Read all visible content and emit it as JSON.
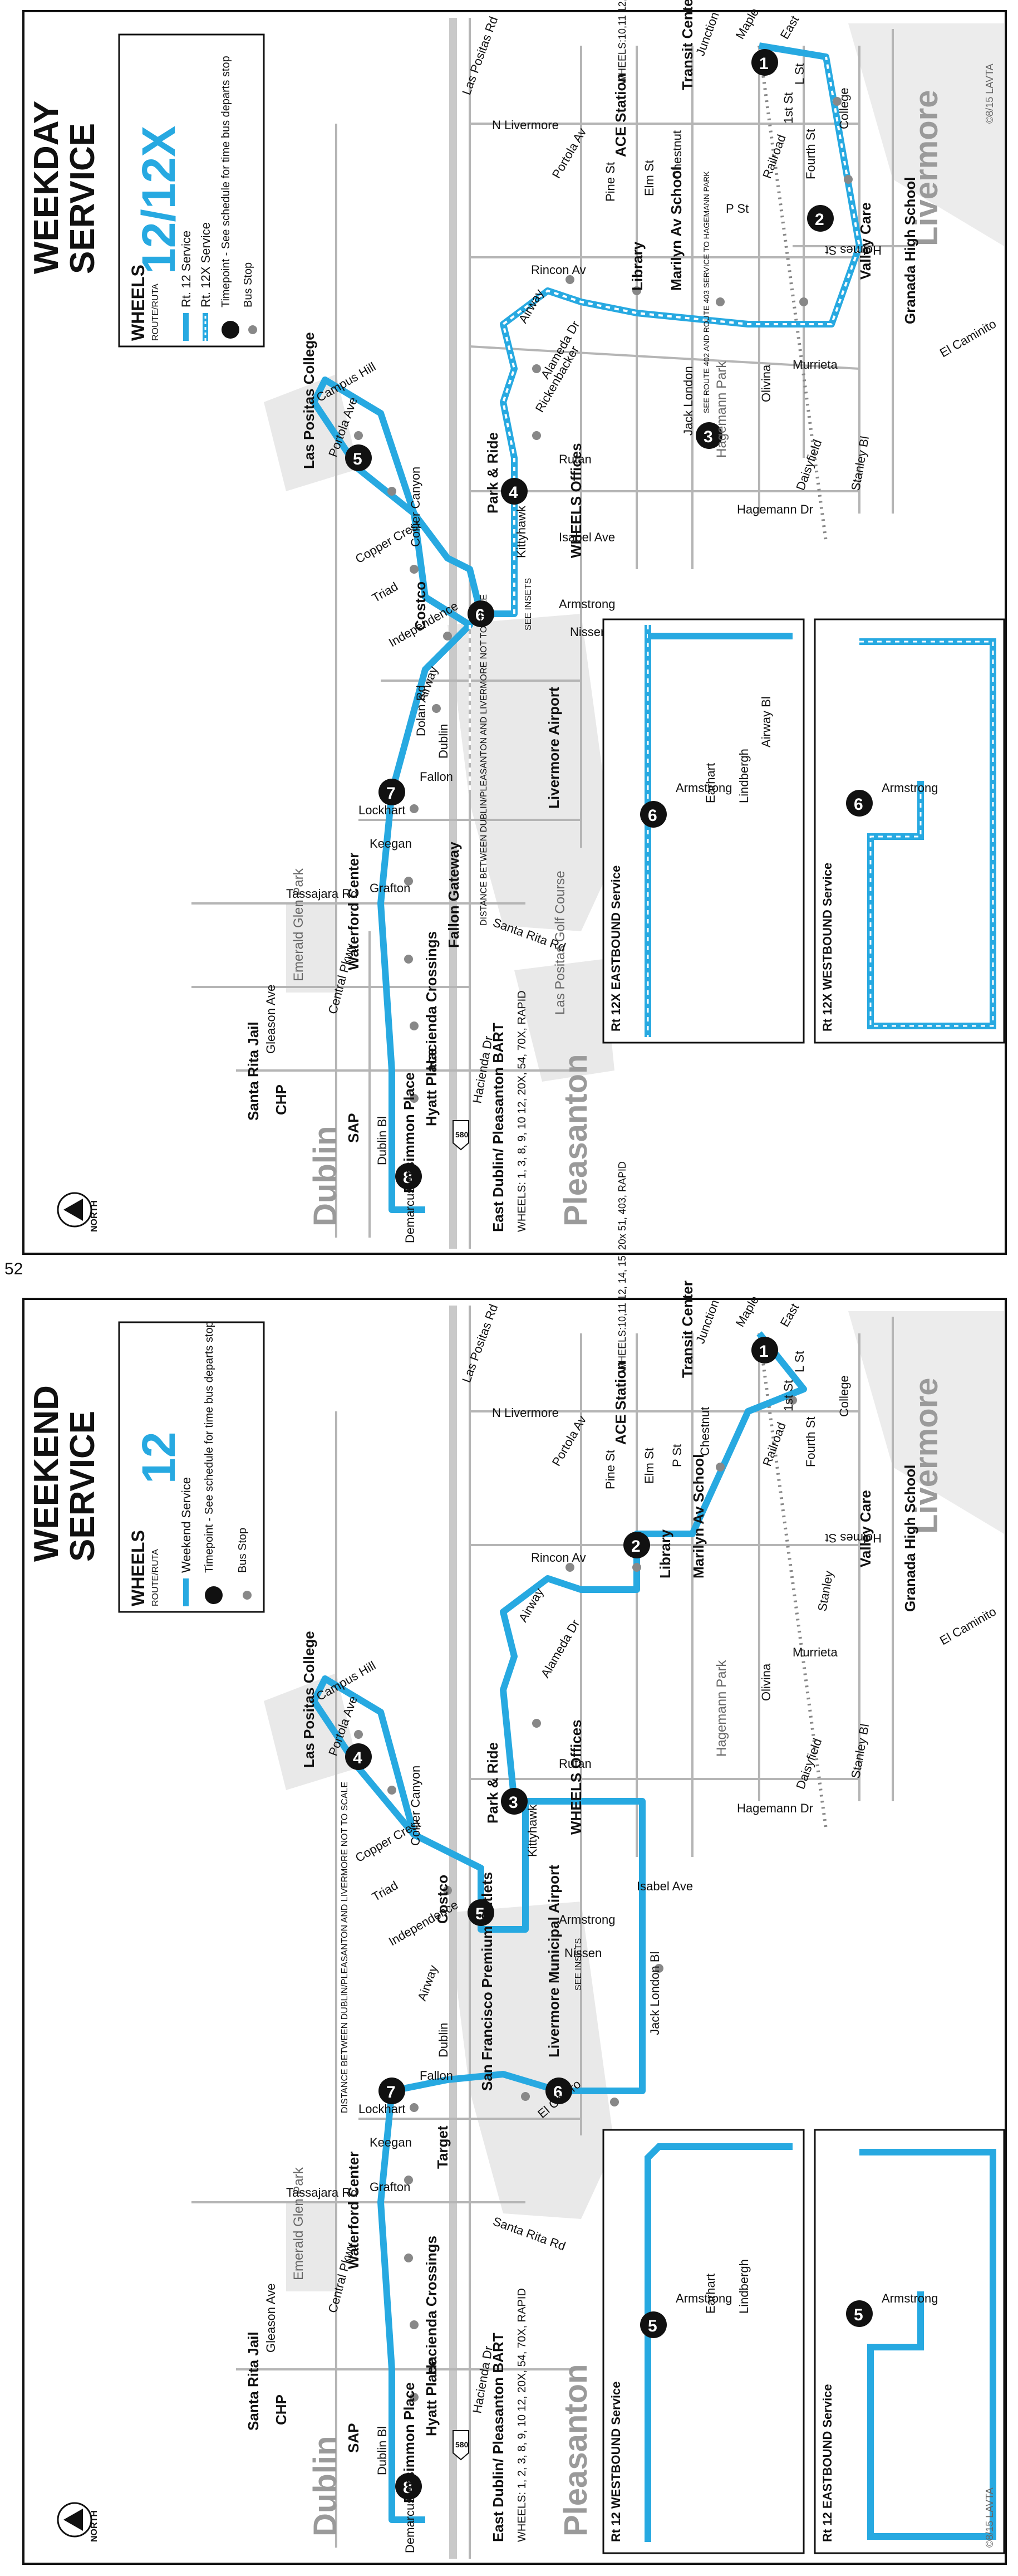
{
  "page_number": "52",
  "copyright": "©8/15 LAVTA",
  "north_label": "NORTH",
  "weekday": {
    "title_line1": "WEEKDAY",
    "title_line2": "SERVICE",
    "brand": "WHEELS",
    "brand_sub": "ROUTE/RUTA",
    "route": "12/12X",
    "legend": [
      {
        "symbol": "route-line",
        "text": "Rt. 12 Service"
      },
      {
        "symbol": "route-12x-line",
        "text": "Rt. 12X Service"
      },
      {
        "symbol": "timepoint",
        "text": "Timepoint - See schedule for time bus departs stop"
      },
      {
        "symbol": "bus-stop",
        "text": "Bus Stop"
      }
    ],
    "inset_east": "Rt 12X EASTBOUND Service",
    "inset_west": "Rt 12X WESTBOUND Service",
    "see_insets": "SEE INSETS",
    "distance_note": "DISTANCE BETWEEN DUBLIN/PLEASANTON AND LIVERMORE NOT TO SCALE",
    "jack_london_note": "SEE ROUTE 402 AND ROUTE 403 SERVICE TO HAGEMANN PARK",
    "transit_center_routes": "WHEELS:10,11 12, 14, 15, 20x 51, 403, RAPID",
    "bart_routes": "WHEELS: 1, 3, 8, 9, 10 12, 20X, 54, 70X, RAPID",
    "timepoints": [
      "1",
      "2",
      "3",
      "4",
      "5",
      "6",
      "7",
      "8"
    ]
  },
  "weekend": {
    "title_line1": "WEEKEND",
    "title_line2": "SERVICE",
    "brand": "WHEELS",
    "brand_sub": "ROUTE/RUTA",
    "route": "12",
    "legend": [
      {
        "symbol": "route-line",
        "text": "Weekend Service"
      },
      {
        "symbol": "timepoint",
        "text": "Timepoint - See schedule for time bus departs stop"
      },
      {
        "symbol": "bus-stop",
        "text": "Bus Stop"
      }
    ],
    "inset_west": "Rt 12 WESTBOUND Service",
    "inset_east": "Rt 12 EASTBOUND Service",
    "see_insets": "SEE INSETS",
    "distance_note": "DISTANCE BETWEEN DUBLIN/PLEASANTON AND LIVERMORE NOT TO SCALE",
    "transit_center_routes": "WHEELS:10,11 12, 14, 15, 20x 51, 403, RAPID",
    "bart_routes": "WHEELS: 1, 2, 3, 8, 9, 10 12, 20X, 54, 70X, RAPID",
    "timepoints": [
      "1",
      "2",
      "3",
      "4",
      "5",
      "6",
      "7",
      "8"
    ]
  },
  "areas": {
    "dublin": "Dublin",
    "pleasanton": "Pleasanton",
    "livermore": "Livermore"
  },
  "freeway": "580",
  "places": {
    "east_dublin_bart": "East Dublin/ Pleasanton BART",
    "persimmon_place": "Persimmon Place",
    "hyatt_place": "Hyatt Place",
    "hacienda_crossings": "Hacienda Crossings",
    "waterford_center": "Waterford Center",
    "emerald_glen_park": "Emerald Glen Park",
    "santa_rita_jail": "Santa Rita Jail",
    "chp": "CHP",
    "sap": "SAP",
    "fallon_gateway": "Fallon Gateway",
    "livermore_airport": "Livermore Airport",
    "livermore_municipal_airport": "Livermore Municipal Airport",
    "las_positas_golf": "Las Positas Golf Course",
    "costco": "Costco",
    "las_positas_college": "Las Positas College",
    "park_ride": "Park & Ride",
    "wheels_offices": "WHEELS Offices",
    "hagemann_park": "Hagemann Park",
    "library": "Library",
    "marilyn_av_school": "Marilyn Av School",
    "ace_station": "ACE Station",
    "transit_center": "Transit Center",
    "valley_care": "Valley Care",
    "granada_high_school": "Granada High School",
    "target": "Target",
    "sf_premium_outlets": "San Francisco Premium Outlets"
  },
  "streets": {
    "demarcus": "Demarcus",
    "dublin_bl": "Dublin Bl",
    "hacienda_dr": "Hacienda Dr",
    "gleason_ave": "Gleason Ave",
    "central_pkwy": "Central Pkwy",
    "tassajara_rd": "Tassajara Rd",
    "santa_rita_rd": "Santa Rita Rd",
    "grafton": "Grafton",
    "keegan": "Keegan",
    "lockhart": "Lockhart",
    "fallon": "Fallon",
    "dublin": "Dublin",
    "dolan_rd": "Dolan Rd",
    "el_charro": "El Charro",
    "jack_london_bl": "Jack London Bl",
    "portola_ave": "Portola Ave",
    "airway": "Airway",
    "independence": "Independence",
    "triad": "Triad",
    "copper_crest": "Copper Crest",
    "campus_hill": "Campus Hill",
    "collier_canyon": "Collier Canyon",
    "isabel_ave": "Isabel Ave",
    "kittyhawk": "Kittyhawk",
    "armstrong": "Armstrong",
    "nissen": "Nissen",
    "rutan": "Rutan",
    "rickenbacker": "Rickenbacker",
    "alameda_dr": "Alameda Dr",
    "rincon_av": "Rincon Av",
    "portola_av": "Portola Av",
    "n_livermore": "N Livermore",
    "las_positas_rd": "Las Positas Rd",
    "pine_st": "Pine St",
    "elm_st": "Elm St",
    "p_st": "P St",
    "murrieta": "Murrieta",
    "stanley": "Stanley",
    "stanley_bl": "Stanley Bl",
    "hagemann_dr": "Hagemann Dr",
    "daisyfield": "Daisyfield",
    "olivina": "Olivina",
    "jack_london": "Jack London",
    "holmes_st": "Holmes St",
    "el_caminito": "El Caminito",
    "college": "College",
    "fourth_st": "Fourth St",
    "first_st": "1st St",
    "l_st": "L St",
    "railroad": "Railroad",
    "maple": "Maple",
    "east": "East",
    "earhart": "Earhart",
    "lindbergh": "Lindbergh",
    "airway_bl": "Airway Bl",
    "chestnut": "Chestnut",
    "junction": "Junction"
  },
  "colors": {
    "route": "#27a9e1",
    "route_12x": "#ffffff",
    "ink": "#111111",
    "road": "#b5b5b5",
    "area_text": "#9a9a9a"
  }
}
